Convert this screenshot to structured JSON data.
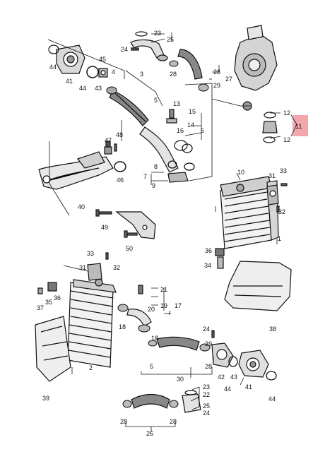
{
  "highlight": {
    "color": "#f4a6ad",
    "part": "11"
  },
  "callouts": [
    "1",
    "2",
    "3",
    "4",
    "5",
    "6",
    "7",
    "8",
    "9",
    "10",
    "11",
    "12",
    "13",
    "14",
    "15",
    "16",
    "17",
    "18",
    "19",
    "20",
    "21",
    "22",
    "23",
    "24",
    "25",
    "26",
    "27",
    "28",
    "29",
    "30",
    "31",
    "32",
    "33",
    "34",
    "35",
    "36",
    "37",
    "38",
    "39",
    "40",
    "41",
    "42",
    "43",
    "44",
    "45",
    "46",
    "47",
    "48",
    "49",
    "50"
  ]
}
